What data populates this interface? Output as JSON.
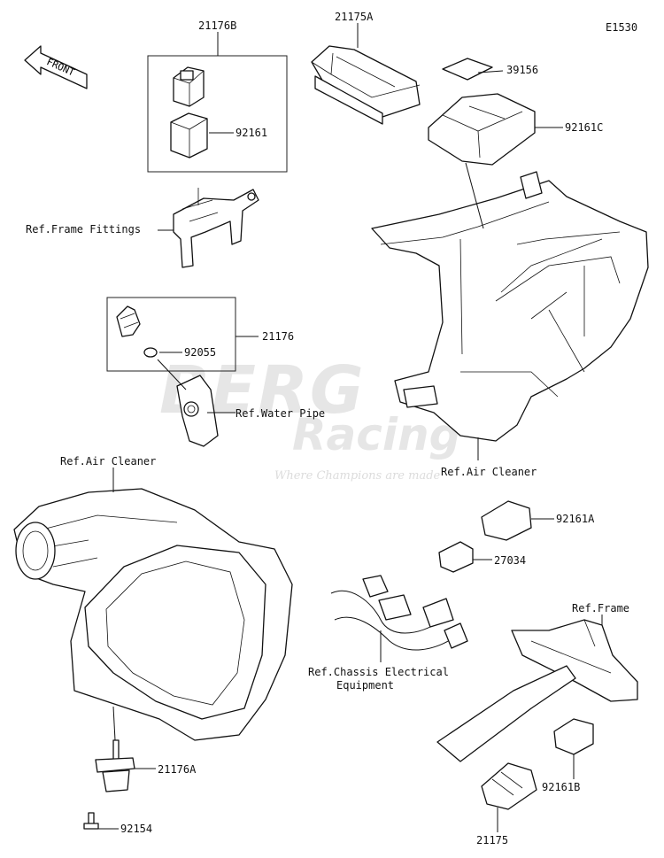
{
  "diagram_code": "E1530",
  "front_badge": "FRONT",
  "watermark": {
    "brand": "BERG",
    "sub": "Racing",
    "tagline": "Where Champions are made"
  },
  "parts": {
    "p21176B": "21176B",
    "p92161": "92161",
    "p21175A": "21175A",
    "p39156": "39156",
    "p92161C": "92161C",
    "p21176": "21176",
    "p92055": "92055",
    "p92161A": "92161A",
    "p27034": "27034",
    "p21176A": "21176A",
    "p92154": "92154",
    "p92161B": "92161B",
    "p21175": "21175"
  },
  "refs": {
    "frame_fittings": "Ref.Frame Fittings",
    "water_pipe": "Ref.Water Pipe",
    "air_cleaner_right": "Ref.Air Cleaner",
    "air_cleaner_left": "Ref.Air Cleaner",
    "chassis_line1": "Ref.Chassis Electrical",
    "chassis_line2": "Equipment",
    "frame": "Ref.Frame"
  }
}
